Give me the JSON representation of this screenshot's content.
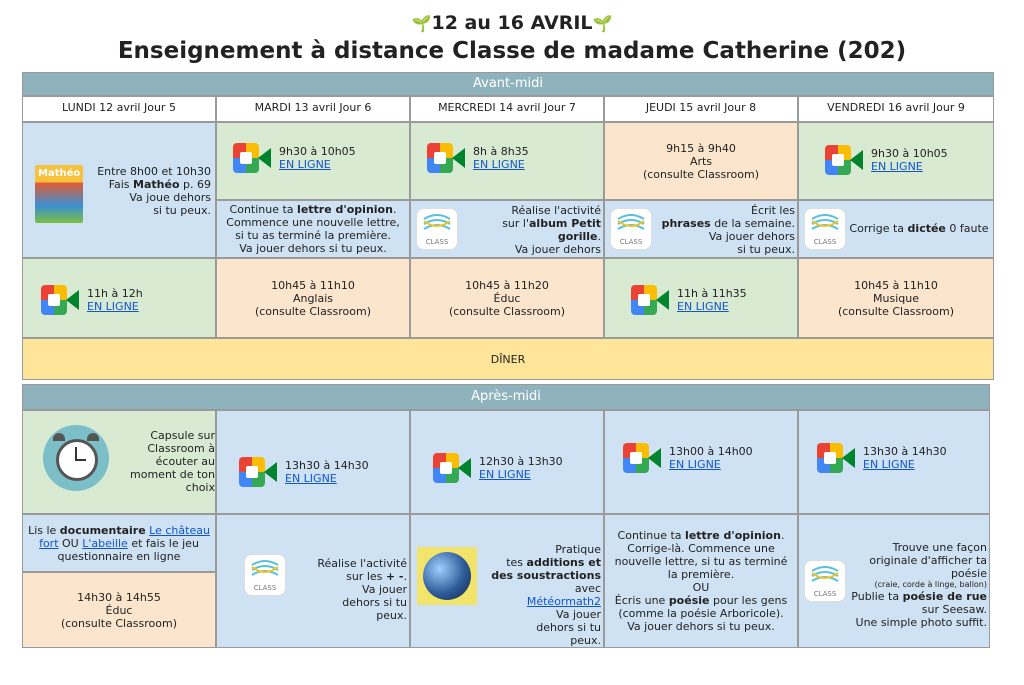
{
  "week": "12 au 16 AVRIL",
  "title": "Enseignement à distance Classe de madame Catherine (202)",
  "morning_label": "Avant-midi",
  "afternoon_label": "Après-midi",
  "days": [
    "LUNDI 12 avril Jour 5",
    "MARDI 13 avril Jour 6",
    "MERCREDI 14 avril  Jour 7",
    "JEUDI 15 avril Jour 8",
    "VENDREDI 16 avril Jour 9"
  ],
  "en_ligne": "EN LIGNE",
  "class_label": "CLASS",
  "mon1": {
    "book": "Mathéo",
    "t1": "Entre 8h00 et 10h30",
    "t2a": "Fais ",
    "t2b": "Mathéo",
    "t2c": " p. 69",
    "t3": "Va joue dehors si tu peux."
  },
  "tue1": {
    "time": "9h30 à 10h05",
    "t1": "Continue ta ",
    "t1b": "lettre d'opinion",
    "t1c": ".",
    "t2": "Commence une nouvelle lettre, si tu as terminé la première.",
    "t3": "Va jouer dehors si tu peux."
  },
  "wed1": {
    "time": "8h à 8h35",
    "t1": "Réalise l'activité",
    "t2a": "sur l'",
    "t2b": "album Petit gorille",
    "t2c": ".",
    "t3": "Va jouer dehors si tu peux."
  },
  "thu1": {
    "time": "9h15 à 9h40",
    "subject": "Arts",
    "note": "(consulte Classroom)",
    "t1": "Écrit les",
    "t2b": "phrases",
    "t2c": " de la semaine.",
    "t3": "Va jouer dehors si tu peux."
  },
  "fri1": {
    "time": "9h30 à 10h05",
    "t1": "Corrige ta ",
    "t1b": "dictée",
    "t1c": " 0 faute"
  },
  "mon2": {
    "time": "11h à 12h"
  },
  "tue2": {
    "time": "10h45 à 11h10",
    "subject": "Anglais",
    "note": "(consulte Classroom)"
  },
  "wed2": {
    "time": "10h45 à 11h20",
    "subject": "Éduc",
    "note": "(consulte  Classroom)"
  },
  "thu2": {
    "time": "11h à 11h35"
  },
  "fri2": {
    "time": "10h45 à 11h10",
    "subject": "Musique",
    "note": "(consulte Classroom)"
  },
  "diner": "DÎNER",
  "mon3": {
    "text": "Capsule sur Classroom à écouter au moment de ton choix"
  },
  "tue3": {
    "time": "13h30 à 14h30"
  },
  "wed3": {
    "time": "12h30 à 13h30"
  },
  "thu3": {
    "time": "13h00 à 14h00"
  },
  "fri3": {
    "time": "13h30 à 14h30"
  },
  "mon4": {
    "t1": "Lis le ",
    "t1b": "documentaire",
    "link1": "Le château fort",
    "or": " OU ",
    "link2": "L'abeille",
    "t2": " et fais le  jeu questionnaire en ligne"
  },
  "mon5": {
    "time": "14h30 à 14h55",
    "subject": "Éduc",
    "note": "(consulte  Classroom)"
  },
  "tue4": {
    "t1": "Réalise l'activité",
    "t2a": "sur les ",
    "t2b": "+ -",
    "t2c": ".",
    "t3": "Va jouer dehors si tu peux."
  },
  "wed4": {
    "t1": "Pratique",
    "t2a": "tes ",
    "t2b": "additions et des soustractions",
    "t2c": " avec",
    "link": "Météormath2",
    "t3": "Va jouer dehors si tu peux."
  },
  "thu4": {
    "t1": "Continue ta ",
    "t1b": "lettre d'opinion",
    "t1c": ".",
    "t2": "Corrige-là. Commence une nouvelle lettre, si tu as terminé la première.",
    "or": "OU",
    "t3a": "Écris une ",
    "t3b": "poésie",
    "t3c": " pour les gens (comme la poésie Arboricole).",
    "t4": "Va jouer dehors si tu peux."
  },
  "fri4": {
    "t1": "Trouve une façon originale d'afficher ta poésie",
    "t2": "(craie, corde à linge, ballon)",
    "t3a": "Publie ta ",
    "t3b": "poésie de rue",
    "t3c": " sur Seesaw.",
    "t4": "Une simple photo suffit."
  },
  "colors": {
    "header": "#8fb3bd",
    "green": "#d9ead3",
    "blue": "#cfe2f3",
    "peach": "#fce5cd",
    "yellow": "#ffe599",
    "link": "#1155cc"
  }
}
